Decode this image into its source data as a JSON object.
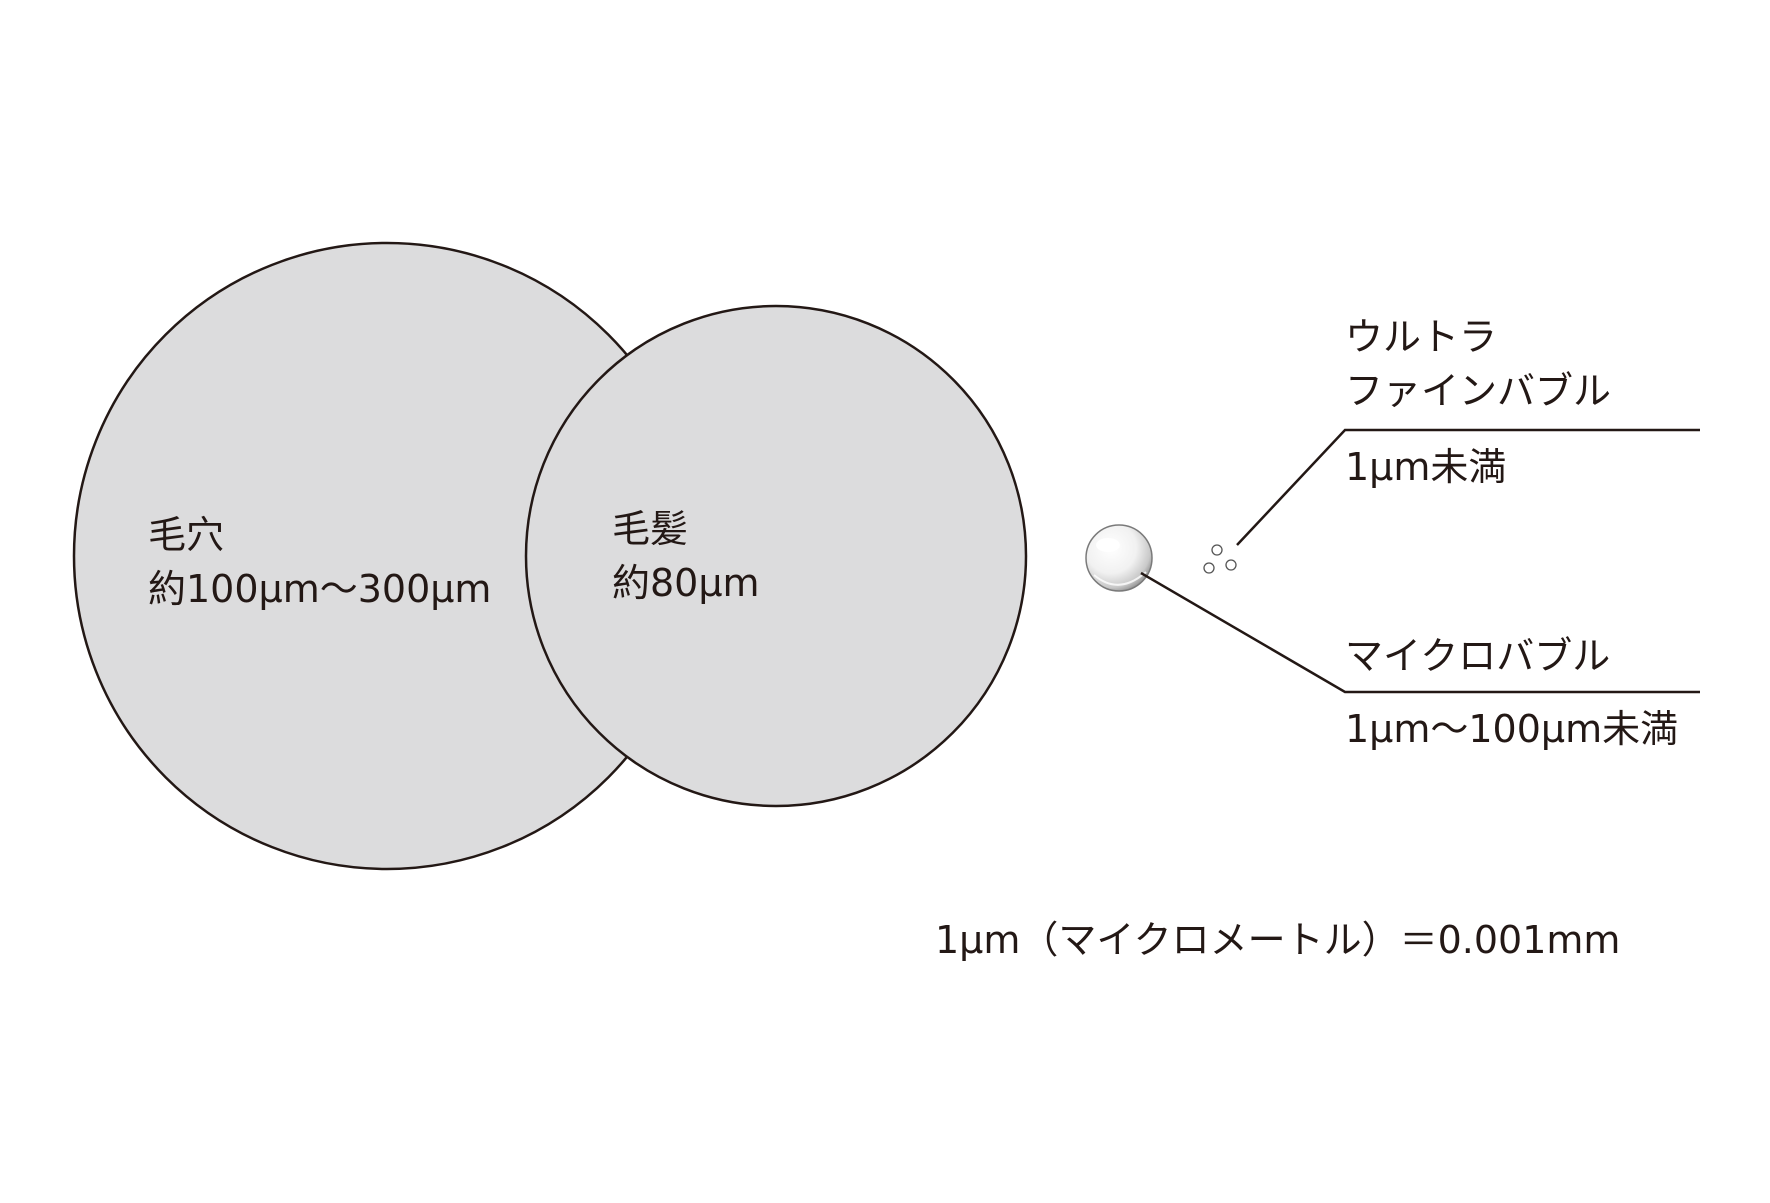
{
  "pore": {
    "name": "毛穴",
    "size": "約100µm〜300µm"
  },
  "hair": {
    "name": "毛髪",
    "size": "約80µm"
  },
  "ultra_fine_bubble": {
    "name_line1": "ウルトラ",
    "name_line2": "ファインバブル",
    "size": "1µm未満"
  },
  "micro_bubble": {
    "name": "マイクロバブル",
    "size": "1µm〜100µm未満"
  },
  "footnote": "1µm（マイクロメートル）＝0.001mm",
  "colors": {
    "circle_fill": "#dcdcdd",
    "stroke": "#231815",
    "text": "#231815"
  }
}
